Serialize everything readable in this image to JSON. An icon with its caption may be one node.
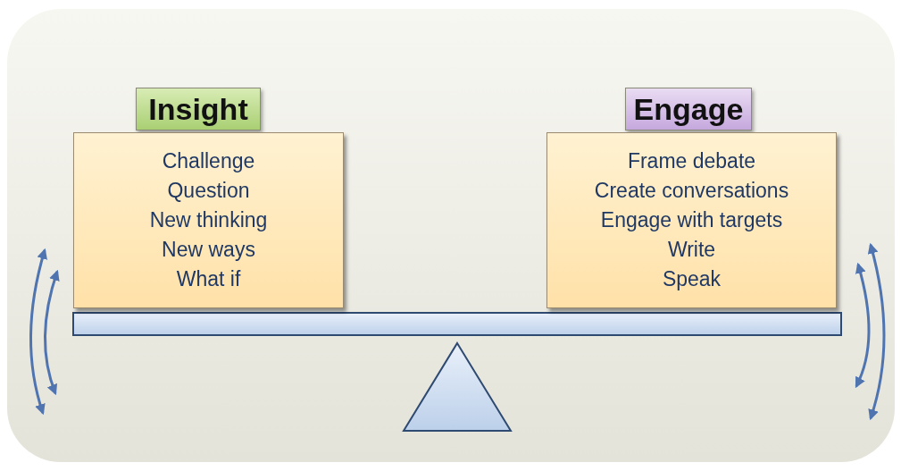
{
  "diagram": {
    "nodes": [
      {
        "text": [
          "Insight"
        ]
      },
      {
        "text": [
          "Challenge",
          "Question",
          "New thinking",
          "New ways",
          "What if"
        ]
      },
      {
        "text": [
          "Engage"
        ]
      },
      {
        "text": [
          "Frame debate",
          "Create conversations",
          "Engage with targets",
          "Write",
          "Speak"
        ]
      }
    ],
    "edges": []
  }
}
